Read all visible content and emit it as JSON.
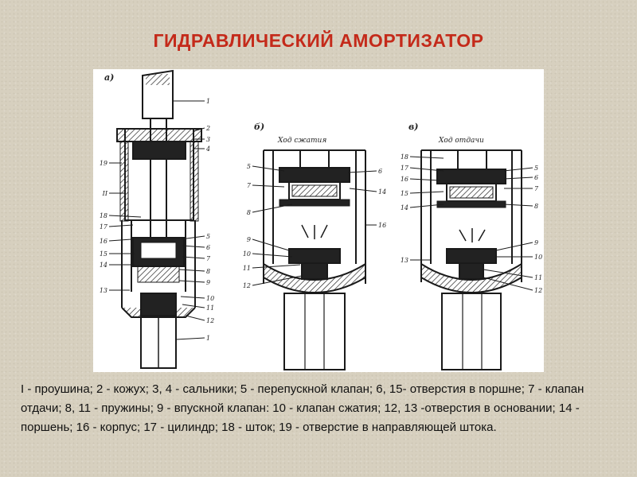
{
  "slide": {
    "title": "ГИДРАВЛИЧЕСКИЙ АМОРТИЗАТОР",
    "caption": "I - проушина; 2 - кожух; 3, 4 - сальники; 5 - перепускной клапан; 6, 15- отверстия в поршне; 7 - клапан отдачи; 8, 11 - пружины; 9 - впускной клапан: 10 - клапан сжатия; 12, 13 -отверстия в основании; 14 - поршень; 16 - корпус; 17 - цилиндр; 18 - шток; 19 - отверстие в направляющей штока.",
    "title_color": "#c42a1a"
  },
  "diagram": {
    "panel_a": {
      "tag": "а)",
      "labels_right": [
        "1",
        "2",
        "3",
        "4",
        "5",
        "6",
        "7",
        "8",
        "9",
        "10",
        "11",
        "12",
        "1"
      ],
      "labels_left": [
        "19",
        "II",
        "18",
        "17",
        "16",
        "15",
        "14",
        "13"
      ]
    },
    "panel_b": {
      "tag": "б)",
      "heading": "Ход сжатия",
      "labels_left": [
        "5",
        "7",
        "8",
        "9",
        "10",
        "11",
        "12"
      ],
      "labels_right": [
        "6",
        "14",
        "16"
      ]
    },
    "panel_c": {
      "tag": "в)",
      "heading": "Ход отдачи",
      "labels_left": [
        "18",
        "17",
        "16",
        "15",
        "14",
        "13"
      ],
      "labels_right": [
        "5",
        "6",
        "7",
        "8",
        "9",
        "10",
        "11",
        "12"
      ]
    }
  }
}
